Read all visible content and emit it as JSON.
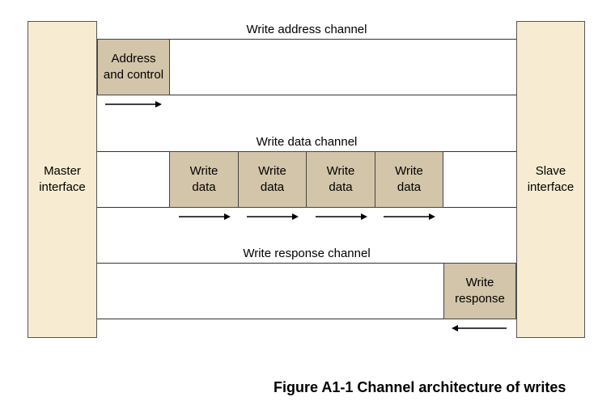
{
  "colors": {
    "interface_fill": "#f7ebd1",
    "packet_fill": "#d3c5a9",
    "line": "#333333",
    "text": "#000000"
  },
  "master": {
    "label": "Master\ninterface"
  },
  "slave": {
    "label": "Slave\ninterface"
  },
  "channels": {
    "write_address": {
      "label": "Write address channel",
      "packets": [
        "Address\nand control"
      ]
    },
    "write_data": {
      "label": "Write data channel",
      "packets": [
        "Write\ndata",
        "Write\ndata",
        "Write\ndata",
        "Write\ndata"
      ]
    },
    "write_response": {
      "label": "Write response channel",
      "packets": [
        "Write\nresponse"
      ]
    }
  },
  "caption": "Figure A1-1 Channel architecture of writes"
}
